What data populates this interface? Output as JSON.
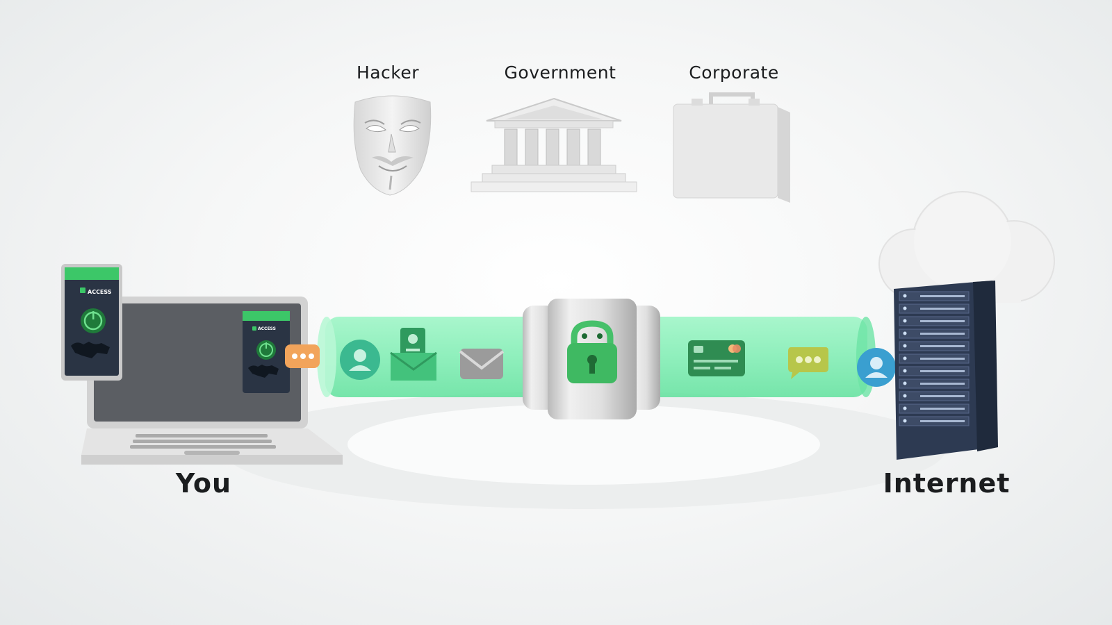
{
  "threats": [
    {
      "label": "Hacker",
      "icon": "mask-icon"
    },
    {
      "label": "Government",
      "icon": "government-building-icon"
    },
    {
      "label": "Corporate",
      "icon": "briefcase-icon"
    }
  ],
  "endpoints": {
    "left": "You",
    "right": "Internet"
  },
  "app": {
    "badge": "ACCESS"
  },
  "colors": {
    "tunnel": "#7df0b4",
    "brand_green": "#3cc768",
    "dark_panel": "#2a3444",
    "server": "#2d3a52",
    "message_orange": "#f2a45b"
  },
  "tunnel_items": [
    "user-icon",
    "contact-card-icon",
    "mail-icon",
    "lock-icon",
    "credit-card-icon",
    "chat-icon",
    "user-icon"
  ]
}
